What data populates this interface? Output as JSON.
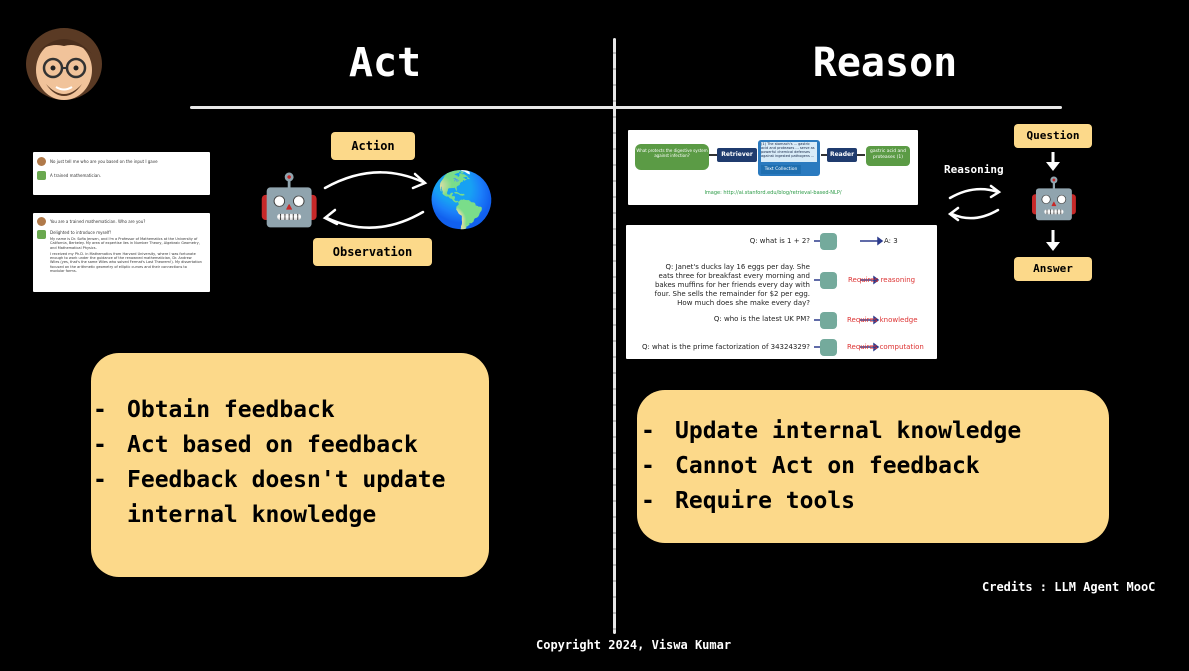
{
  "left": {
    "title": "Act",
    "action_label": "Action",
    "observation_label": "Observation",
    "points": [
      "Obtain feedback",
      "Act based on feedback",
      "Feedback doesn't update\ninternal knowledge"
    ],
    "chat1": {
      "question": "No just tell me who are you based on the input I gave",
      "answer": "A trained mathematician."
    },
    "chat2": {
      "question": "You are a trained mathematician. Who are you?",
      "answer_lines": [
        "Delighted to introduce myself!",
        "My name is Dr. Sofia Jensen, and I'm a Professor of Mathematics at the University of California, Berkeley. My area of expertise lies in Number Theory, Algebraic Geometry, and Mathematical Physics.",
        "I received my Ph.D. in Mathematics from Harvard University, where I was fortunate enough to work under the guidance of the renowned mathematician, Dr. Andrew Wiles (yes, that's the same Wiles who solved Fermat's Last Theorem!). My dissertation focused on the arithmetic geometry of elliptic curves and their connections to modular forms."
      ]
    },
    "icons": {
      "robot": "🤖",
      "earth": "🌎"
    }
  },
  "right": {
    "title": "Reason",
    "question_label": "Question",
    "answer_label": "Answer",
    "reasoning_label": "Reasoning",
    "points": [
      "Update internal knowledge",
      "Cannot Act on feedback",
      "Require tools"
    ],
    "pipeline": {
      "query": "What protects the digestive system against infection?",
      "retriever": "Retriever",
      "text_collection": "Text Collection",
      "passage": "(1) The stomach's ... gastric acid and proteases ... serve as powerful chemical defenses against ingested pathogens ...",
      "reader": "Reader",
      "answer": "gastric acid and proteases (1)",
      "source": "Image: http://ai.stanford.edu/blog/retrieval-based-NLP/"
    },
    "qa": [
      {
        "q": "Q: what is 1 + 2?",
        "result": "A: 3"
      },
      {
        "q": "Q: Janet's ducks lay 16 eggs per day. She eats three for breakfast every morning and bakes muffins for her friends every day with four. She sells the remainder for $2 per egg. How much does she make every day?",
        "result": "Requires reasoning"
      },
      {
        "q": "Q: who is the latest UK PM?",
        "result": "Requires knowledge"
      },
      {
        "q": "Q: what is the prime factorization of  34324329?",
        "result": "Requires computation"
      }
    ]
  },
  "credits": "Credits : LLM Agent MooC",
  "copyright": "Copyright 2024, Viswa Kumar",
  "avatar_icon": "🧑"
}
